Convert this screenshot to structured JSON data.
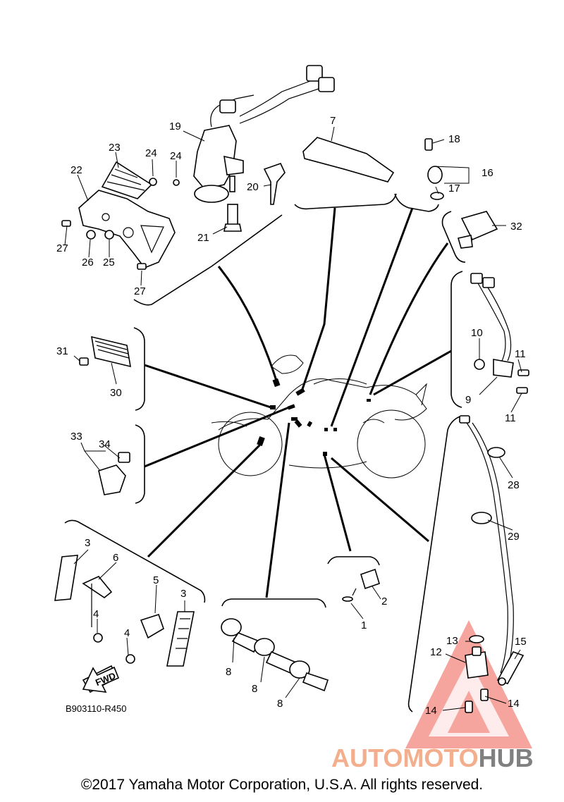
{
  "diagram": {
    "callouts": [
      {
        "id": "c1",
        "text": "1"
      },
      {
        "id": "c2",
        "text": "2"
      },
      {
        "id": "c3a",
        "text": "3"
      },
      {
        "id": "c3b",
        "text": "3"
      },
      {
        "id": "c4a",
        "text": "4"
      },
      {
        "id": "c4b",
        "text": "4"
      },
      {
        "id": "c5",
        "text": "5"
      },
      {
        "id": "c6",
        "text": "6"
      },
      {
        "id": "c7",
        "text": "7"
      },
      {
        "id": "c8a",
        "text": "8"
      },
      {
        "id": "c8b",
        "text": "8"
      },
      {
        "id": "c8c",
        "text": "8"
      },
      {
        "id": "c9",
        "text": "9"
      },
      {
        "id": "c10",
        "text": "10"
      },
      {
        "id": "c11a",
        "text": "11"
      },
      {
        "id": "c11b",
        "text": "11"
      },
      {
        "id": "c12",
        "text": "12"
      },
      {
        "id": "c13",
        "text": "13"
      },
      {
        "id": "c14a",
        "text": "14"
      },
      {
        "id": "c14b",
        "text": "14"
      },
      {
        "id": "c15",
        "text": "15"
      },
      {
        "id": "c16",
        "text": "16"
      },
      {
        "id": "c17",
        "text": "17"
      },
      {
        "id": "c18",
        "text": "18"
      },
      {
        "id": "c19",
        "text": "19"
      },
      {
        "id": "c20",
        "text": "20"
      },
      {
        "id": "c21",
        "text": "21"
      },
      {
        "id": "c22",
        "text": "22"
      },
      {
        "id": "c23",
        "text": "23"
      },
      {
        "id": "c24a",
        "text": "24"
      },
      {
        "id": "c24b",
        "text": "24"
      },
      {
        "id": "c25",
        "text": "25"
      },
      {
        "id": "c26",
        "text": "26"
      },
      {
        "id": "c27a",
        "text": "27"
      },
      {
        "id": "c27b",
        "text": "27"
      },
      {
        "id": "c28",
        "text": "28"
      },
      {
        "id": "c29",
        "text": "29"
      },
      {
        "id": "c30",
        "text": "30"
      },
      {
        "id": "c31",
        "text": "31"
      },
      {
        "id": "c32",
        "text": "32"
      },
      {
        "id": "c33",
        "text": "33"
      },
      {
        "id": "c34",
        "text": "34"
      }
    ],
    "fwd_label": "FWD",
    "diagram_code": "B903110-R450"
  },
  "watermark": {
    "part1": "AUTOMOTO",
    "part2": "HUB",
    "color_primary": "#f2a27a",
    "color_secondary": "#6b6b6b",
    "triangle_color": "#e8332a"
  },
  "footer": {
    "copyright": "©2017 Yamaha Motor Corporation, U.S.A. All rights reserved."
  }
}
